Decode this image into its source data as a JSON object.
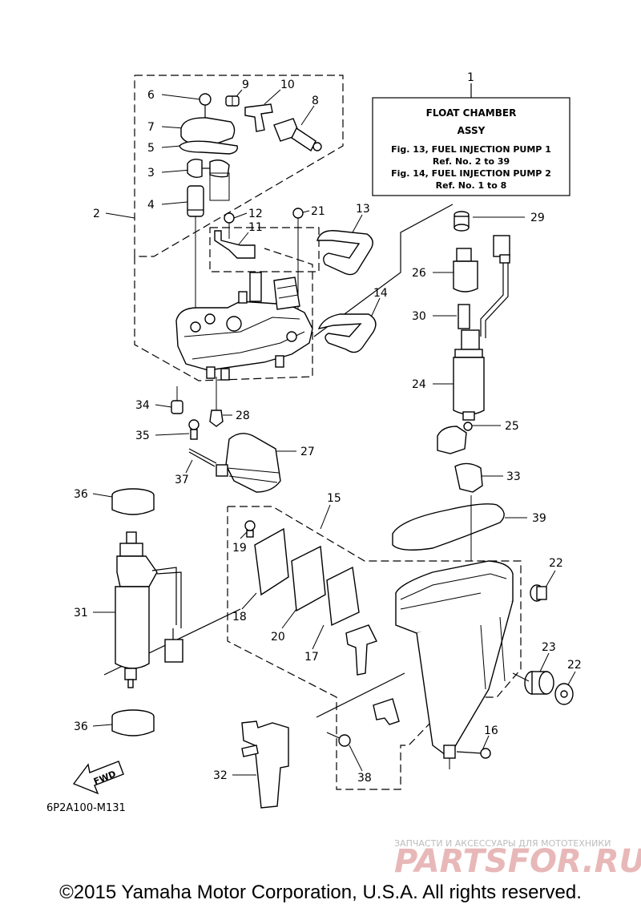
{
  "info_box": {
    "number": "1",
    "title_line1": "FLOAT CHAMBER",
    "title_line2": "ASSY",
    "ref1": "Fig. 13, FUEL INJECTION PUMP 1",
    "ref2": "Ref. No. 2 to 39",
    "ref3": "Fig. 14, FUEL INJECTION PUMP 2",
    "ref4": "Ref. No. 1 to 8"
  },
  "callouts": {
    "c2": "2",
    "c3": "3",
    "c4": "4",
    "c5": "5",
    "c6": "6",
    "c7": "7",
    "c8": "8",
    "c9": "9",
    "c10": "10",
    "c11": "11",
    "c12": "12",
    "c13": "13",
    "c14": "14",
    "c15": "15",
    "c16": "16",
    "c17": "17",
    "c18": "18",
    "c19": "19",
    "c20": "20",
    "c21": "21",
    "c22a": "22",
    "c22b": "22",
    "c23": "23",
    "c24": "24",
    "c25": "25",
    "c26": "26",
    "c27": "27",
    "c28": "28",
    "c29": "29",
    "c30": "30",
    "c31": "31",
    "c32": "32",
    "c33": "33",
    "c34": "34",
    "c35": "35",
    "c36a": "36",
    "c36b": "36",
    "c37": "37",
    "c38": "38",
    "c39": "39"
  },
  "fwd_label": "FWD",
  "diagram_code": "6P2A100-M131",
  "watermark": {
    "line1": "ЗАПЧАСТИ И АКСЕССУАРЫ ДЛЯ МОТОТЕХНИКИ",
    "line2": "PARTSFOR.RU"
  },
  "copyright": "©2015 Yamaha Motor Corporation, U.S.A. All rights reserved."
}
